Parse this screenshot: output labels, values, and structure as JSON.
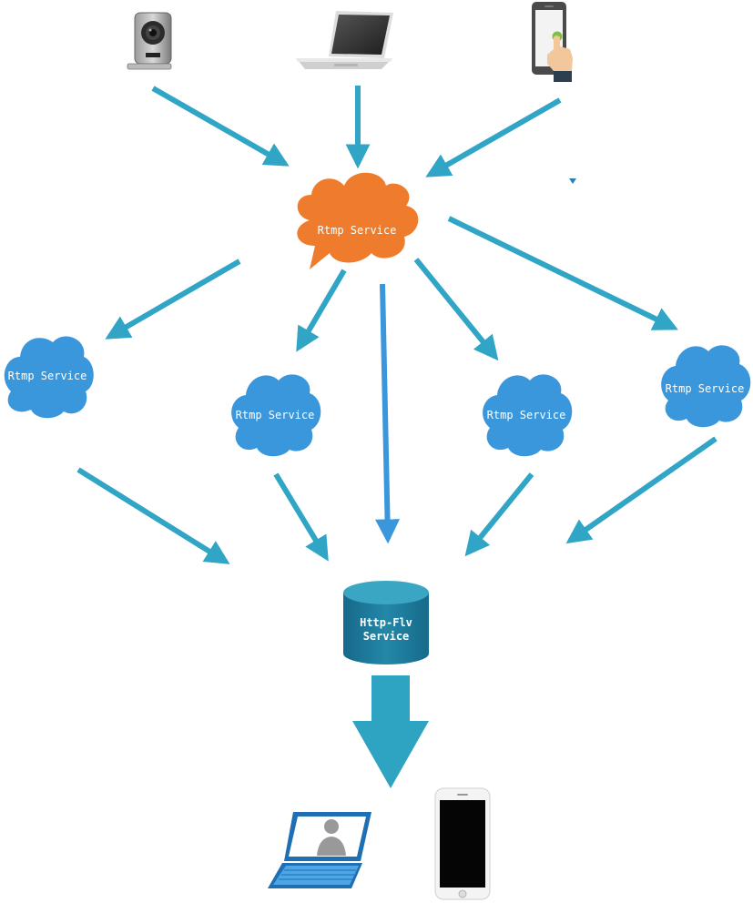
{
  "colors": {
    "arrow": "#31a5c6",
    "source_cloud": "#ef7c2c",
    "edge_cloud": "#3a97dc",
    "db_body": "#1f7c9a",
    "db_top": "#3aa6c4",
    "big_arrow": "#2ea4c2"
  },
  "source_devices": [
    {
      "name": "camera",
      "icon": "webcam-icon"
    },
    {
      "name": "laptop",
      "icon": "laptop-icon"
    },
    {
      "name": "phone",
      "icon": "smartphone-touch-icon"
    }
  ],
  "origin_server": {
    "label": "Rtmp Service"
  },
  "edge_servers": [
    {
      "label": "Rtmp Service"
    },
    {
      "label": "Rtmp Service"
    },
    {
      "label": "Rtmp Service"
    },
    {
      "label": "Rtmp Service"
    }
  ],
  "http_flv": {
    "line1": "Http-Flv",
    "line2": "Service"
  },
  "client_devices": [
    {
      "name": "laptop-client",
      "icon": "laptop-user-icon"
    },
    {
      "name": "phone-client",
      "icon": "smartphone-icon"
    }
  ]
}
